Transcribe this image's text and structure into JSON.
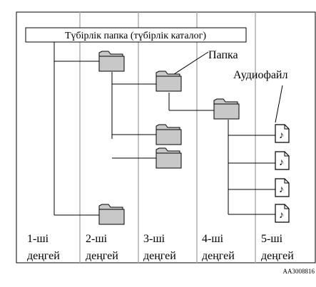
{
  "diagram": {
    "root_label": "Түбірлік папка (түбірлік каталог)",
    "folder_label": "Папка",
    "audio_label": "Аудиофайл",
    "note_glyph": "♪",
    "levels": [
      {
        "number": "1-ші",
        "word": "деңгей"
      },
      {
        "number": "2-ші",
        "word": "деңгей"
      },
      {
        "number": "3-ші",
        "word": "деңгей"
      },
      {
        "number": "4-ші",
        "word": "деңгей"
      },
      {
        "number": "5-ші",
        "word": "деңгей"
      }
    ],
    "figure_code": "AA3008816"
  },
  "icons": {
    "folder": "folder-icon",
    "audio_file": "audio-file-icon"
  },
  "colors": {
    "folder_fill": "#c8c8c8",
    "line": "#000000",
    "grid_line": "#b0b0b0",
    "background": "#ffffff"
  }
}
